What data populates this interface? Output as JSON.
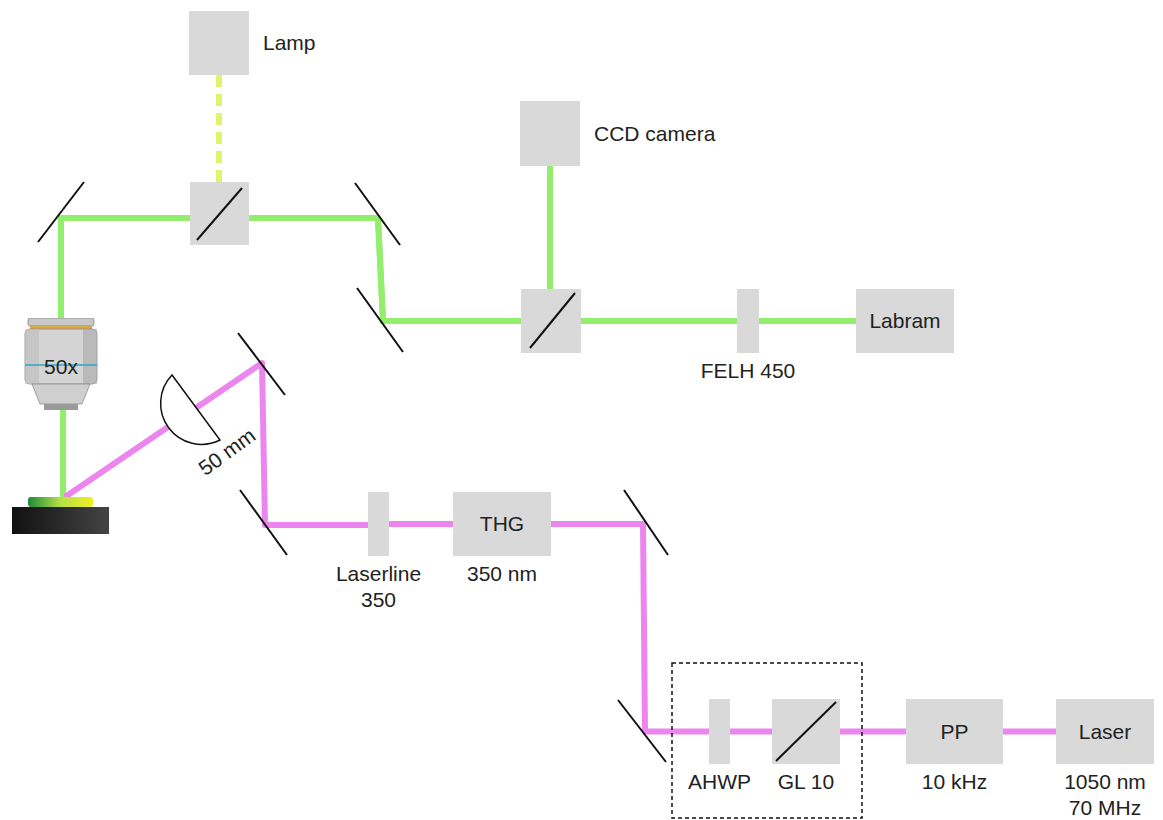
{
  "diagram": {
    "nodes": [
      {
        "text": [
          "Lamp"
        ]
      },
      {
        "text": [
          "CCD camera"
        ]
      },
      {
        "text": [
          "50x"
        ]
      },
      {
        "text": [
          "FELH 450"
        ]
      },
      {
        "text": [
          "Labram"
        ]
      },
      {
        "text": [
          "Laserline 350"
        ]
      },
      {
        "text": [
          "THG",
          "350 nm"
        ]
      },
      {
        "text": [
          "AHWP"
        ]
      },
      {
        "text": [
          "GL 10"
        ]
      },
      {
        "text": [
          "PP",
          "10 kHz"
        ]
      },
      {
        "text": [
          "Laser",
          "1050 nm 70 MHz"
        ]
      }
    ],
    "edges": [
      {
        "from": 0,
        "to": 2,
        "arrow": "none"
      },
      {
        "from": 2,
        "to": 1,
        "arrow": "none"
      },
      {
        "from": 2,
        "to": 3,
        "arrow": "none"
      },
      {
        "from": 3,
        "to": 4,
        "arrow": "none"
      },
      {
        "from": 10,
        "to": 9,
        "arrow": "none"
      },
      {
        "from": 9,
        "to": 8,
        "arrow": "none"
      },
      {
        "from": 8,
        "to": 7,
        "arrow": "none"
      },
      {
        "from": 7,
        "to": 6,
        "arrow": "none"
      },
      {
        "from": 6,
        "to": 5,
        "arrow": "none"
      }
    ],
    "labels": [
      "50 mm"
    ]
  }
}
